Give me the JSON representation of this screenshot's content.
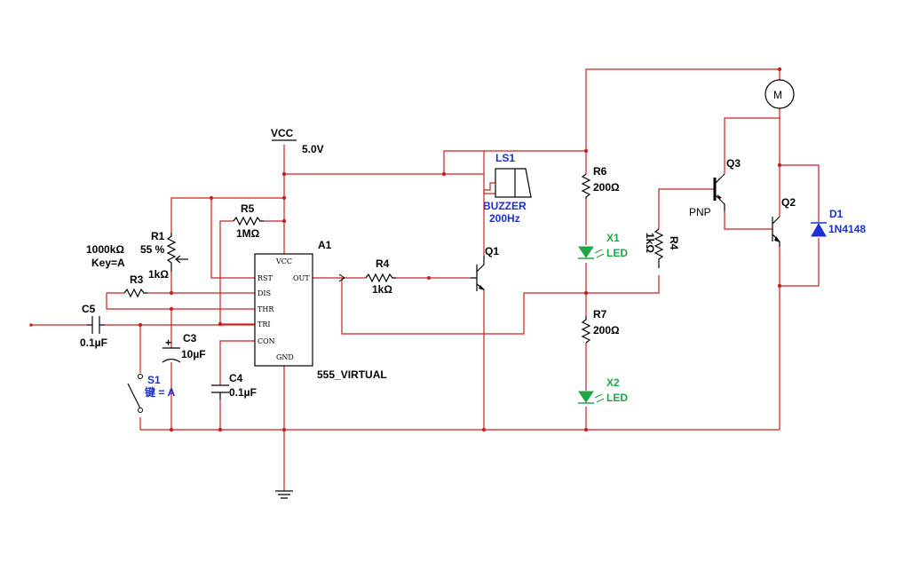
{
  "components": {
    "vcc": {
      "name": "VCC",
      "value": "5.0V"
    },
    "r1": {
      "name": "R1",
      "pct": "55 %",
      "value": "1000kΩ",
      "key": "Key=A",
      "sub": "1kΩ"
    },
    "r3": {
      "name": "R3"
    },
    "r5": {
      "name": "R5",
      "value": "1MΩ"
    },
    "a1": {
      "name": "A1",
      "part": "555_VIRTUAL",
      "pins": {
        "vcc": "VCC",
        "rst": "RST",
        "dis": "DIS",
        "thr": "THR",
        "tri": "TRI",
        "con": "CON",
        "out": "OUT",
        "gnd": "GND"
      }
    },
    "r4a": {
      "name": "R4",
      "value": "1kΩ"
    },
    "r4b": {
      "name": "R4",
      "value": "1kΩ"
    },
    "c5": {
      "name": "C5",
      "value": "0.1µF"
    },
    "c3": {
      "name": "C3",
      "value": "10µF",
      "polarity": "+"
    },
    "c4": {
      "name": "C4",
      "value": "0.1µF"
    },
    "s1": {
      "name": "S1",
      "key": "键 = A"
    },
    "ls1": {
      "name": "LS1",
      "type": "BUZZER",
      "freq": "200Hz"
    },
    "q1": {
      "name": "Q1"
    },
    "q2": {
      "name": "Q2"
    },
    "q3": {
      "name": "Q3",
      "type": "PNP"
    },
    "r6": {
      "name": "R6",
      "value": "200Ω"
    },
    "r7": {
      "name": "R7",
      "value": "200Ω"
    },
    "x1": {
      "name": "X1",
      "type": "LED"
    },
    "x2": {
      "name": "X2",
      "type": "LED"
    },
    "d1": {
      "name": "D1",
      "part": "1N4148"
    },
    "motor": {
      "symbol": "M"
    }
  },
  "colors": {
    "wire": "#cc2020",
    "component": "#000000",
    "label_blue": "#1a2fd6",
    "label_green": "#1fa64a",
    "led": "#1fa64a",
    "diode": "#1a2fd6"
  }
}
